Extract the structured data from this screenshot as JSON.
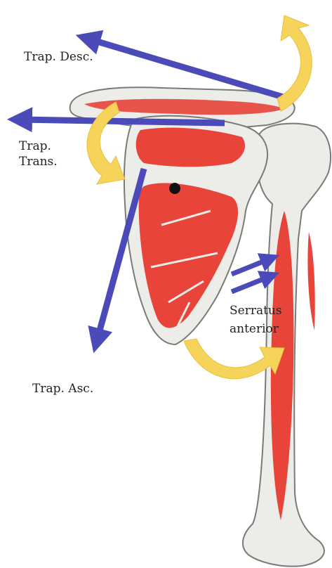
{
  "labels": {
    "trap_desc": "Trap. Desc.",
    "trap_trans_line1": "Trap.",
    "trap_trans_line2": "Trans.",
    "trap_asc": "Trap. Asc.",
    "serratus_line1": "Serratus",
    "serratus_line2": "anterior"
  },
  "colors": {
    "muscle": "#e8443a",
    "muscle_dark": "#b8231c",
    "bone": "#ecece8",
    "bone_outline": "#7a7a78",
    "force_arrow": "#4a4ab8",
    "rotation_arrow": "#f6d35a",
    "pivot_dot": "#111111"
  },
  "icons": {
    "force_arrows": "blue-force-arrow",
    "rotation_arrows": "yellow-curved-arrow",
    "pivot": "rotation-center-dot"
  }
}
